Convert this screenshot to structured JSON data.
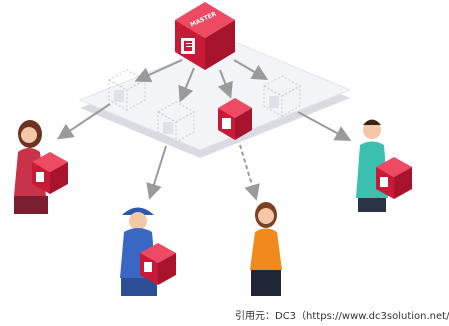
{
  "master": {
    "label": "MASTER"
  },
  "credit": "引用元：DC3（https://www.dc3solution.net/",
  "colors": {
    "cube_red_front": "#d41f3d",
    "cube_red_top": "#ef4a63",
    "cube_red_side": "#a8142c",
    "platform_top": "#f1f2f6",
    "platform_side": "#d6d8e0",
    "arrow": "#9a9a9a"
  },
  "icons": {
    "cube": "document-stack-icon",
    "arrow": "arrow-icon"
  },
  "people": [
    {
      "id": "left-woman",
      "top": "#c8334a",
      "bottom": "#7a1f2f",
      "hair": "#6b3320"
    },
    {
      "id": "courier",
      "top": "#3a67c4",
      "bottom": "#2f4f95",
      "hair": "#3a2416",
      "cap": "#2c58b3"
    },
    {
      "id": "orange-woman",
      "top": "#f08a1c",
      "bottom": "#1f2636",
      "hair": "#7a4122"
    },
    {
      "id": "right-man",
      "top": "#3bbfae",
      "bottom": "#2b3346",
      "hair": "#3a2416"
    }
  ]
}
